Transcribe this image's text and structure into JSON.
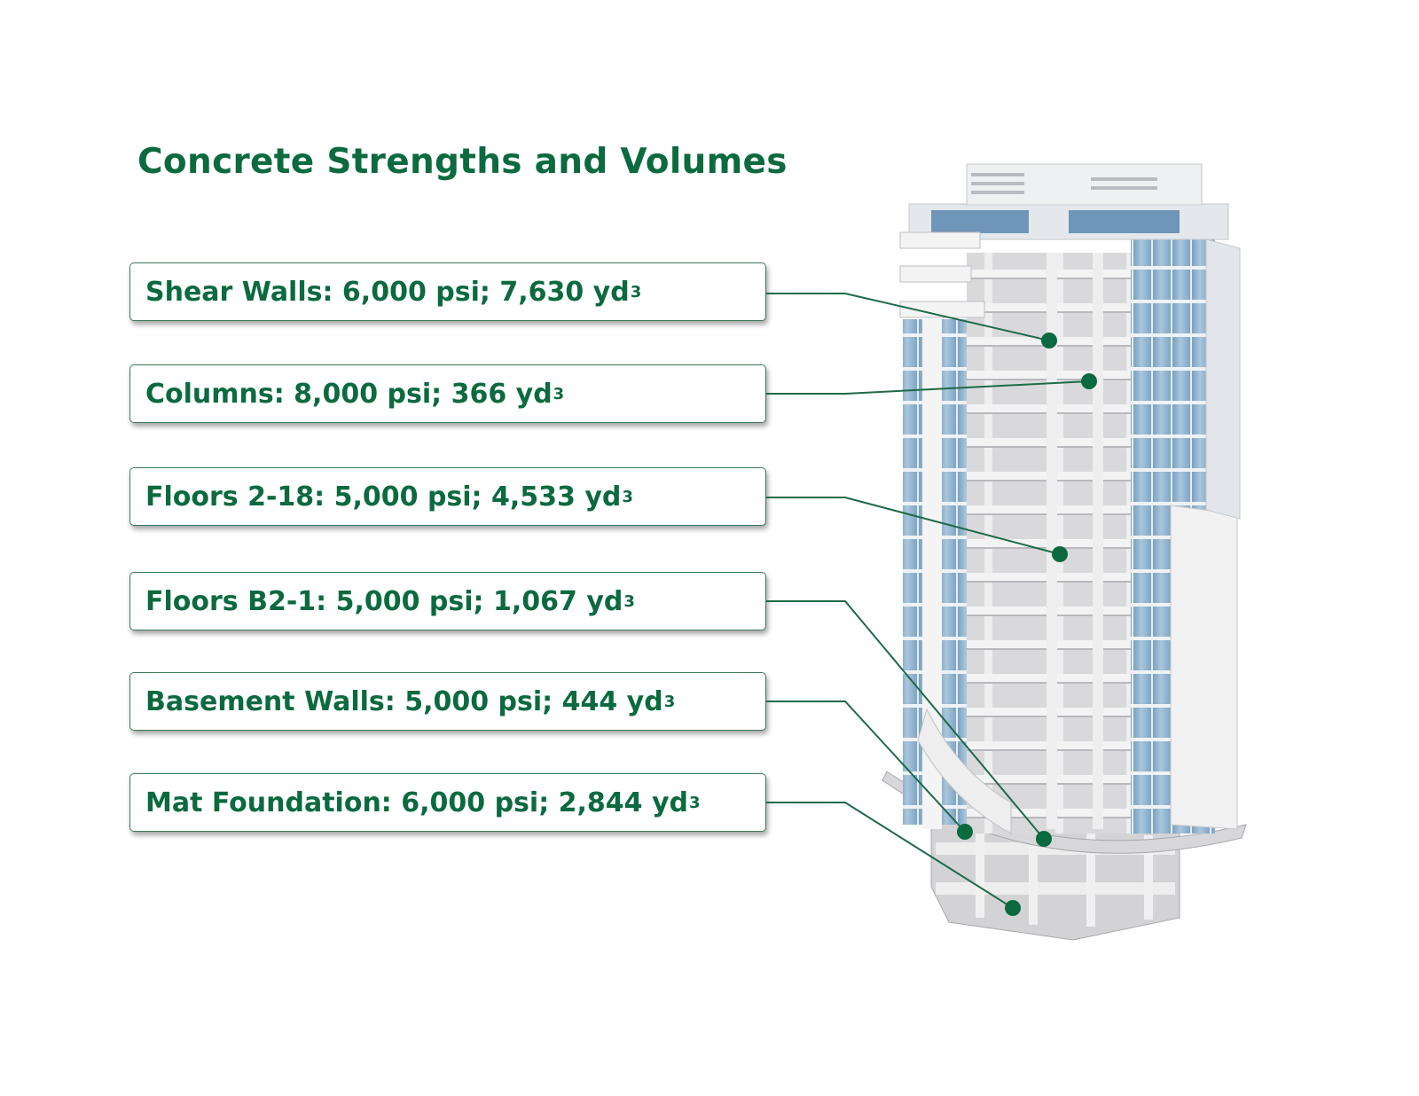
{
  "title": "Concrete Strengths and Volumes",
  "labels": [
    {
      "text": "Shear Walls: 6,000 psi; 7,630 yd",
      "sup": "3"
    },
    {
      "text": "Columns: 8,000 psi; 366 yd",
      "sup": "3"
    },
    {
      "text": "Floors 2-18: 5,000 psi; 4,533 yd",
      "sup": "3"
    },
    {
      "text": "Floors B2-1: 5,000 psi; 1,067 yd",
      "sup": "3"
    },
    {
      "text": "Basement Walls: 5,000 psi; 444 yd",
      "sup": "3"
    },
    {
      "text": "Mat Foundation: 6,000 psi; 2,844 yd",
      "sup": "3"
    }
  ],
  "colors": {
    "accent": "#0b6a3f",
    "leader": "#1e6a47",
    "glass": "#8fb3cf",
    "concrete": "#d8d8da"
  }
}
